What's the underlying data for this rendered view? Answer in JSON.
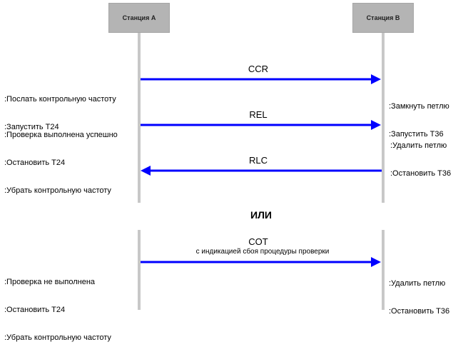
{
  "stations": {
    "a": "Станция А",
    "b": "Станция В"
  },
  "messages": [
    {
      "label": "CCR",
      "direction": "right"
    },
    {
      "label": "REL",
      "direction": "right"
    },
    {
      "label": "RLC",
      "direction": "left"
    },
    {
      "label": "COT",
      "sublabel": "с индикацией сбоя процедуры проверки",
      "direction": "right"
    }
  ],
  "notes_left": [
    [
      ":Послать контрольную частоту",
      ":Запустить T24"
    ],
    [
      ":Проверка выполнена успешно",
      ":Остановить T24",
      ":Убрать контрольную частоту"
    ],
    [
      ":Проверка не выполнена",
      ":Остановить T24",
      ":Убрать контрольную частоту"
    ]
  ],
  "notes_right": [
    [
      ":Замкнуть петлю",
      ":Запустить Т36"
    ],
    [
      ":Удалить петлю",
      ":Остановить Т36"
    ],
    [
      ":Удалить петлю",
      ":Остановить Т36"
    ]
  ],
  "separator": "ИЛИ",
  "colors": {
    "arrow": "#0000ff",
    "box": "#b4b4b4",
    "lifeline": "#c8c8c8"
  }
}
